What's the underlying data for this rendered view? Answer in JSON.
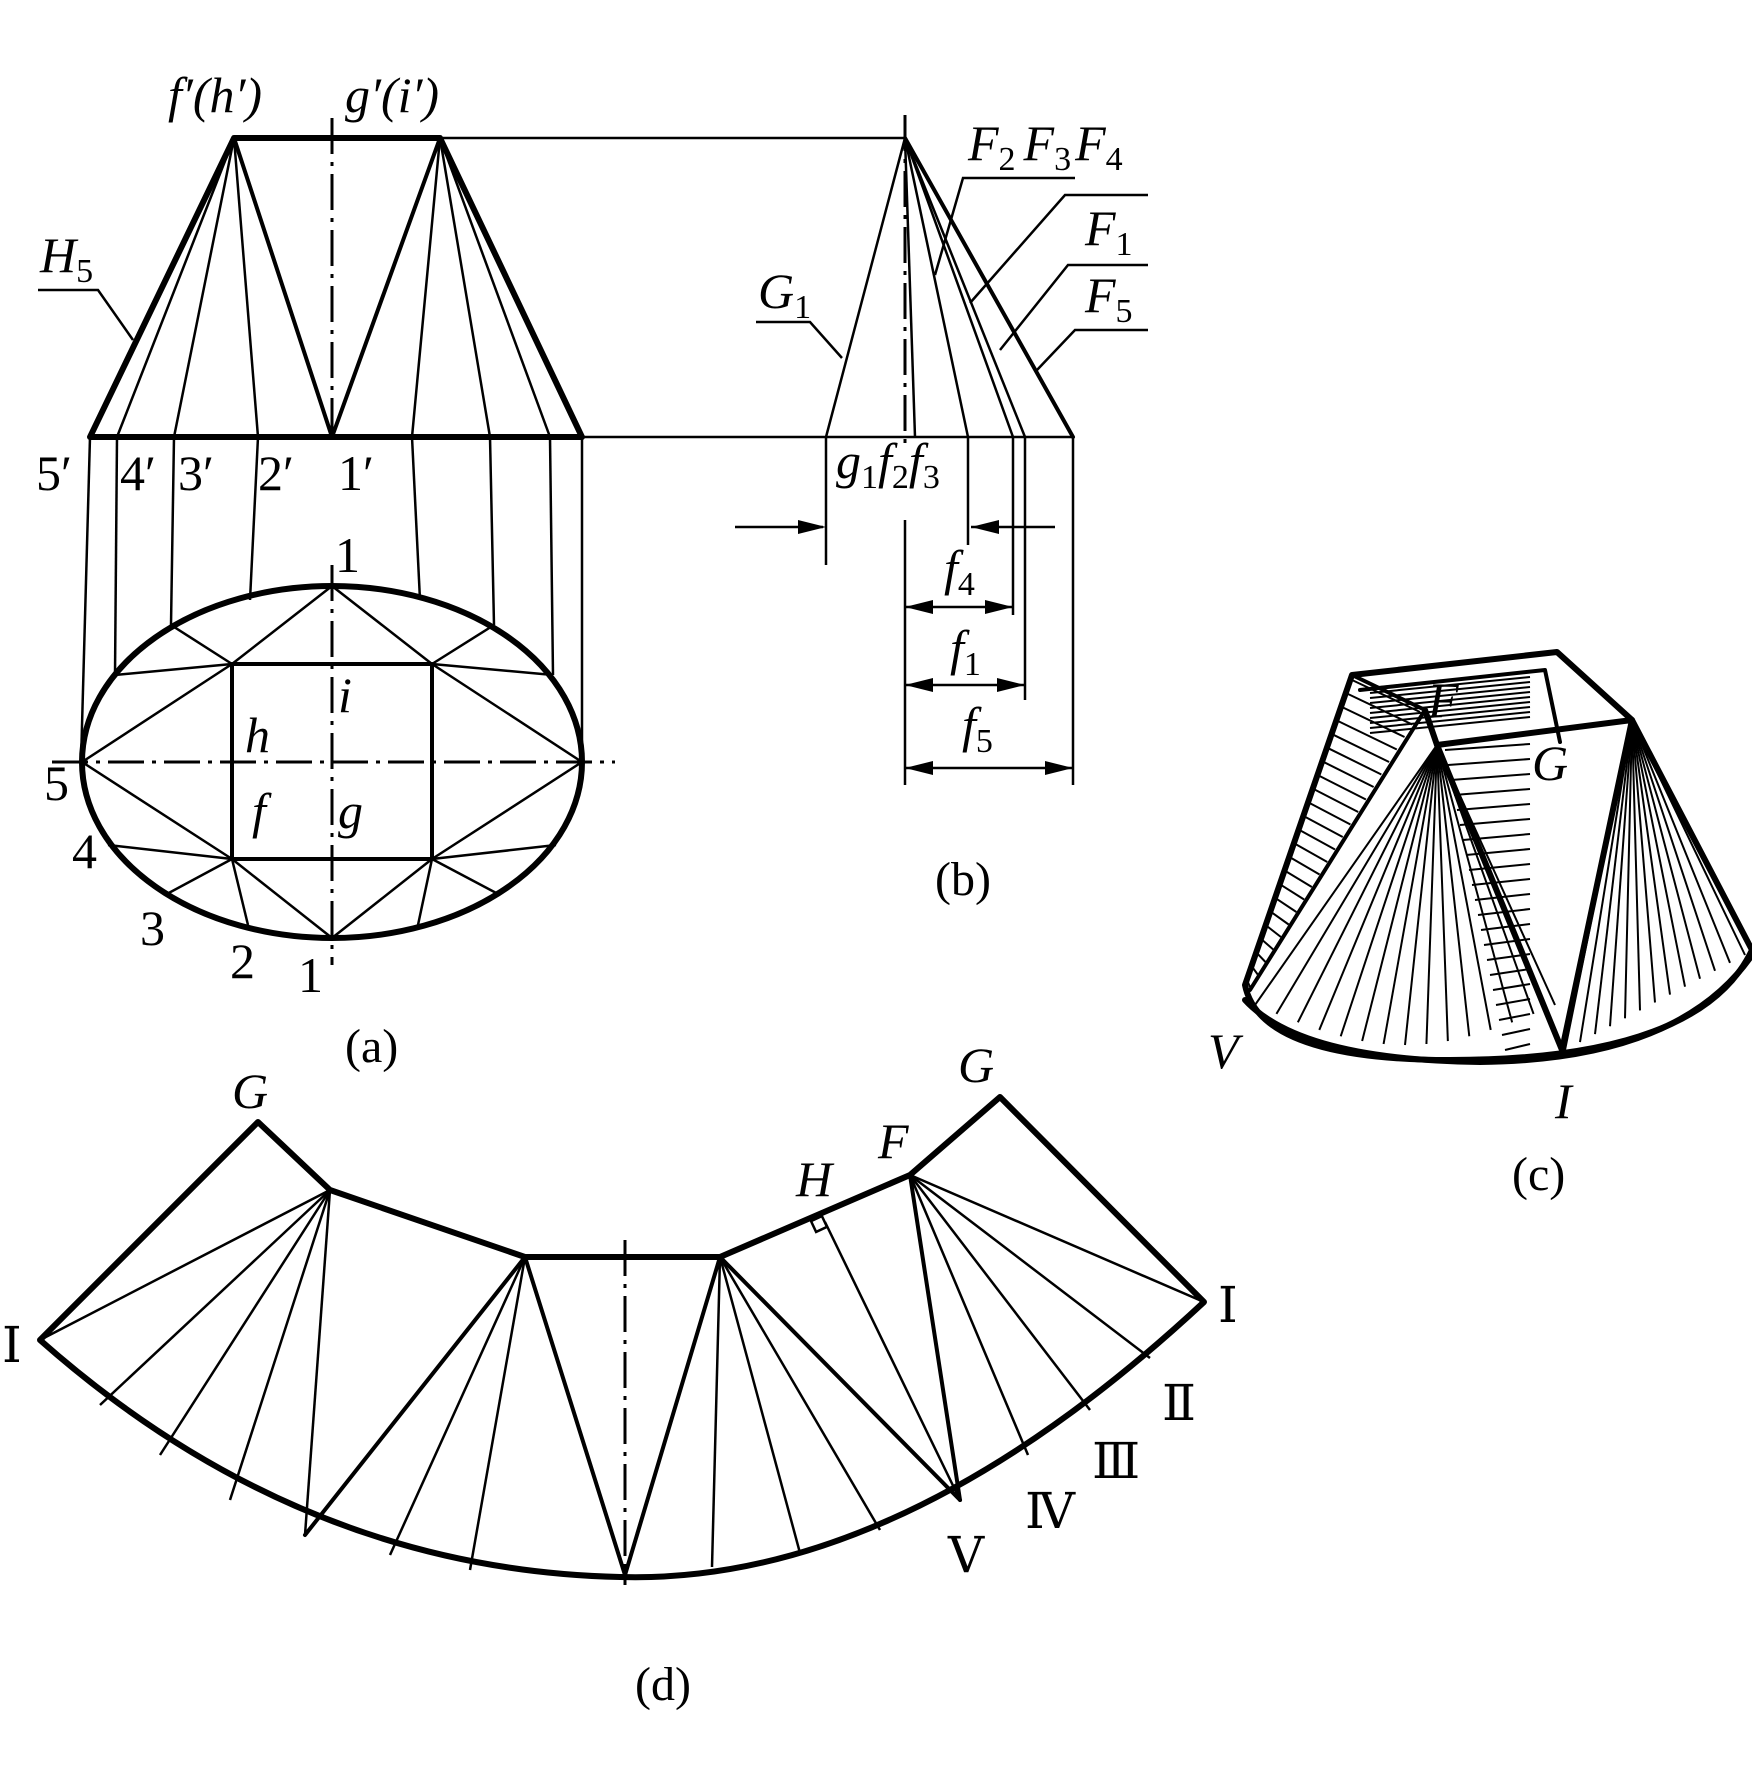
{
  "panels": {
    "a": {
      "caption": "(a)",
      "top_labels": {
        "fh": "f′(h′)",
        "gi": "g′(i′)"
      },
      "H5": {
        "main": "H",
        "sub": "5"
      },
      "front_points": [
        "5′",
        "4′",
        "3′",
        "2′",
        "1′"
      ],
      "plan_points": {
        "p1_top": "1",
        "p5": "5",
        "p4": "4",
        "p3": "3",
        "p2": "2",
        "p1_bottom": "1"
      },
      "plan_letters": {
        "i": "i",
        "h": "h",
        "f": "f",
        "g": "g"
      }
    },
    "b": {
      "caption": "(b)",
      "G1": {
        "main": "G",
        "sub": "1"
      },
      "F_top": [
        {
          "main": "F",
          "sub": "2"
        },
        {
          "main": "F",
          "sub": "3"
        },
        {
          "main": "F",
          "sub": "4"
        }
      ],
      "F1": {
        "main": "F",
        "sub": "1"
      },
      "F5": {
        "main": "F",
        "sub": "5"
      },
      "base": [
        {
          "main": "g",
          "sub": "1"
        },
        {
          "main": "f",
          "sub": "2"
        },
        {
          "main": "f",
          "sub": "3"
        }
      ],
      "dims": [
        {
          "main": "f",
          "sub": "4"
        },
        {
          "main": "f",
          "sub": "1"
        },
        {
          "main": "f",
          "sub": "5"
        }
      ]
    },
    "c": {
      "caption": "(c)",
      "labels": {
        "F": "F",
        "G": "G",
        "V": "V",
        "I": "I"
      }
    },
    "d": {
      "caption": "(d)",
      "labels": {
        "G_left": "G",
        "G_right": "G",
        "H": "H",
        "F": "F",
        "I_left": "Ⅰ",
        "I_right": "Ⅰ",
        "II": "Ⅱ",
        "III": "Ⅲ",
        "IV": "Ⅳ",
        "V": "Ⅴ"
      }
    }
  }
}
